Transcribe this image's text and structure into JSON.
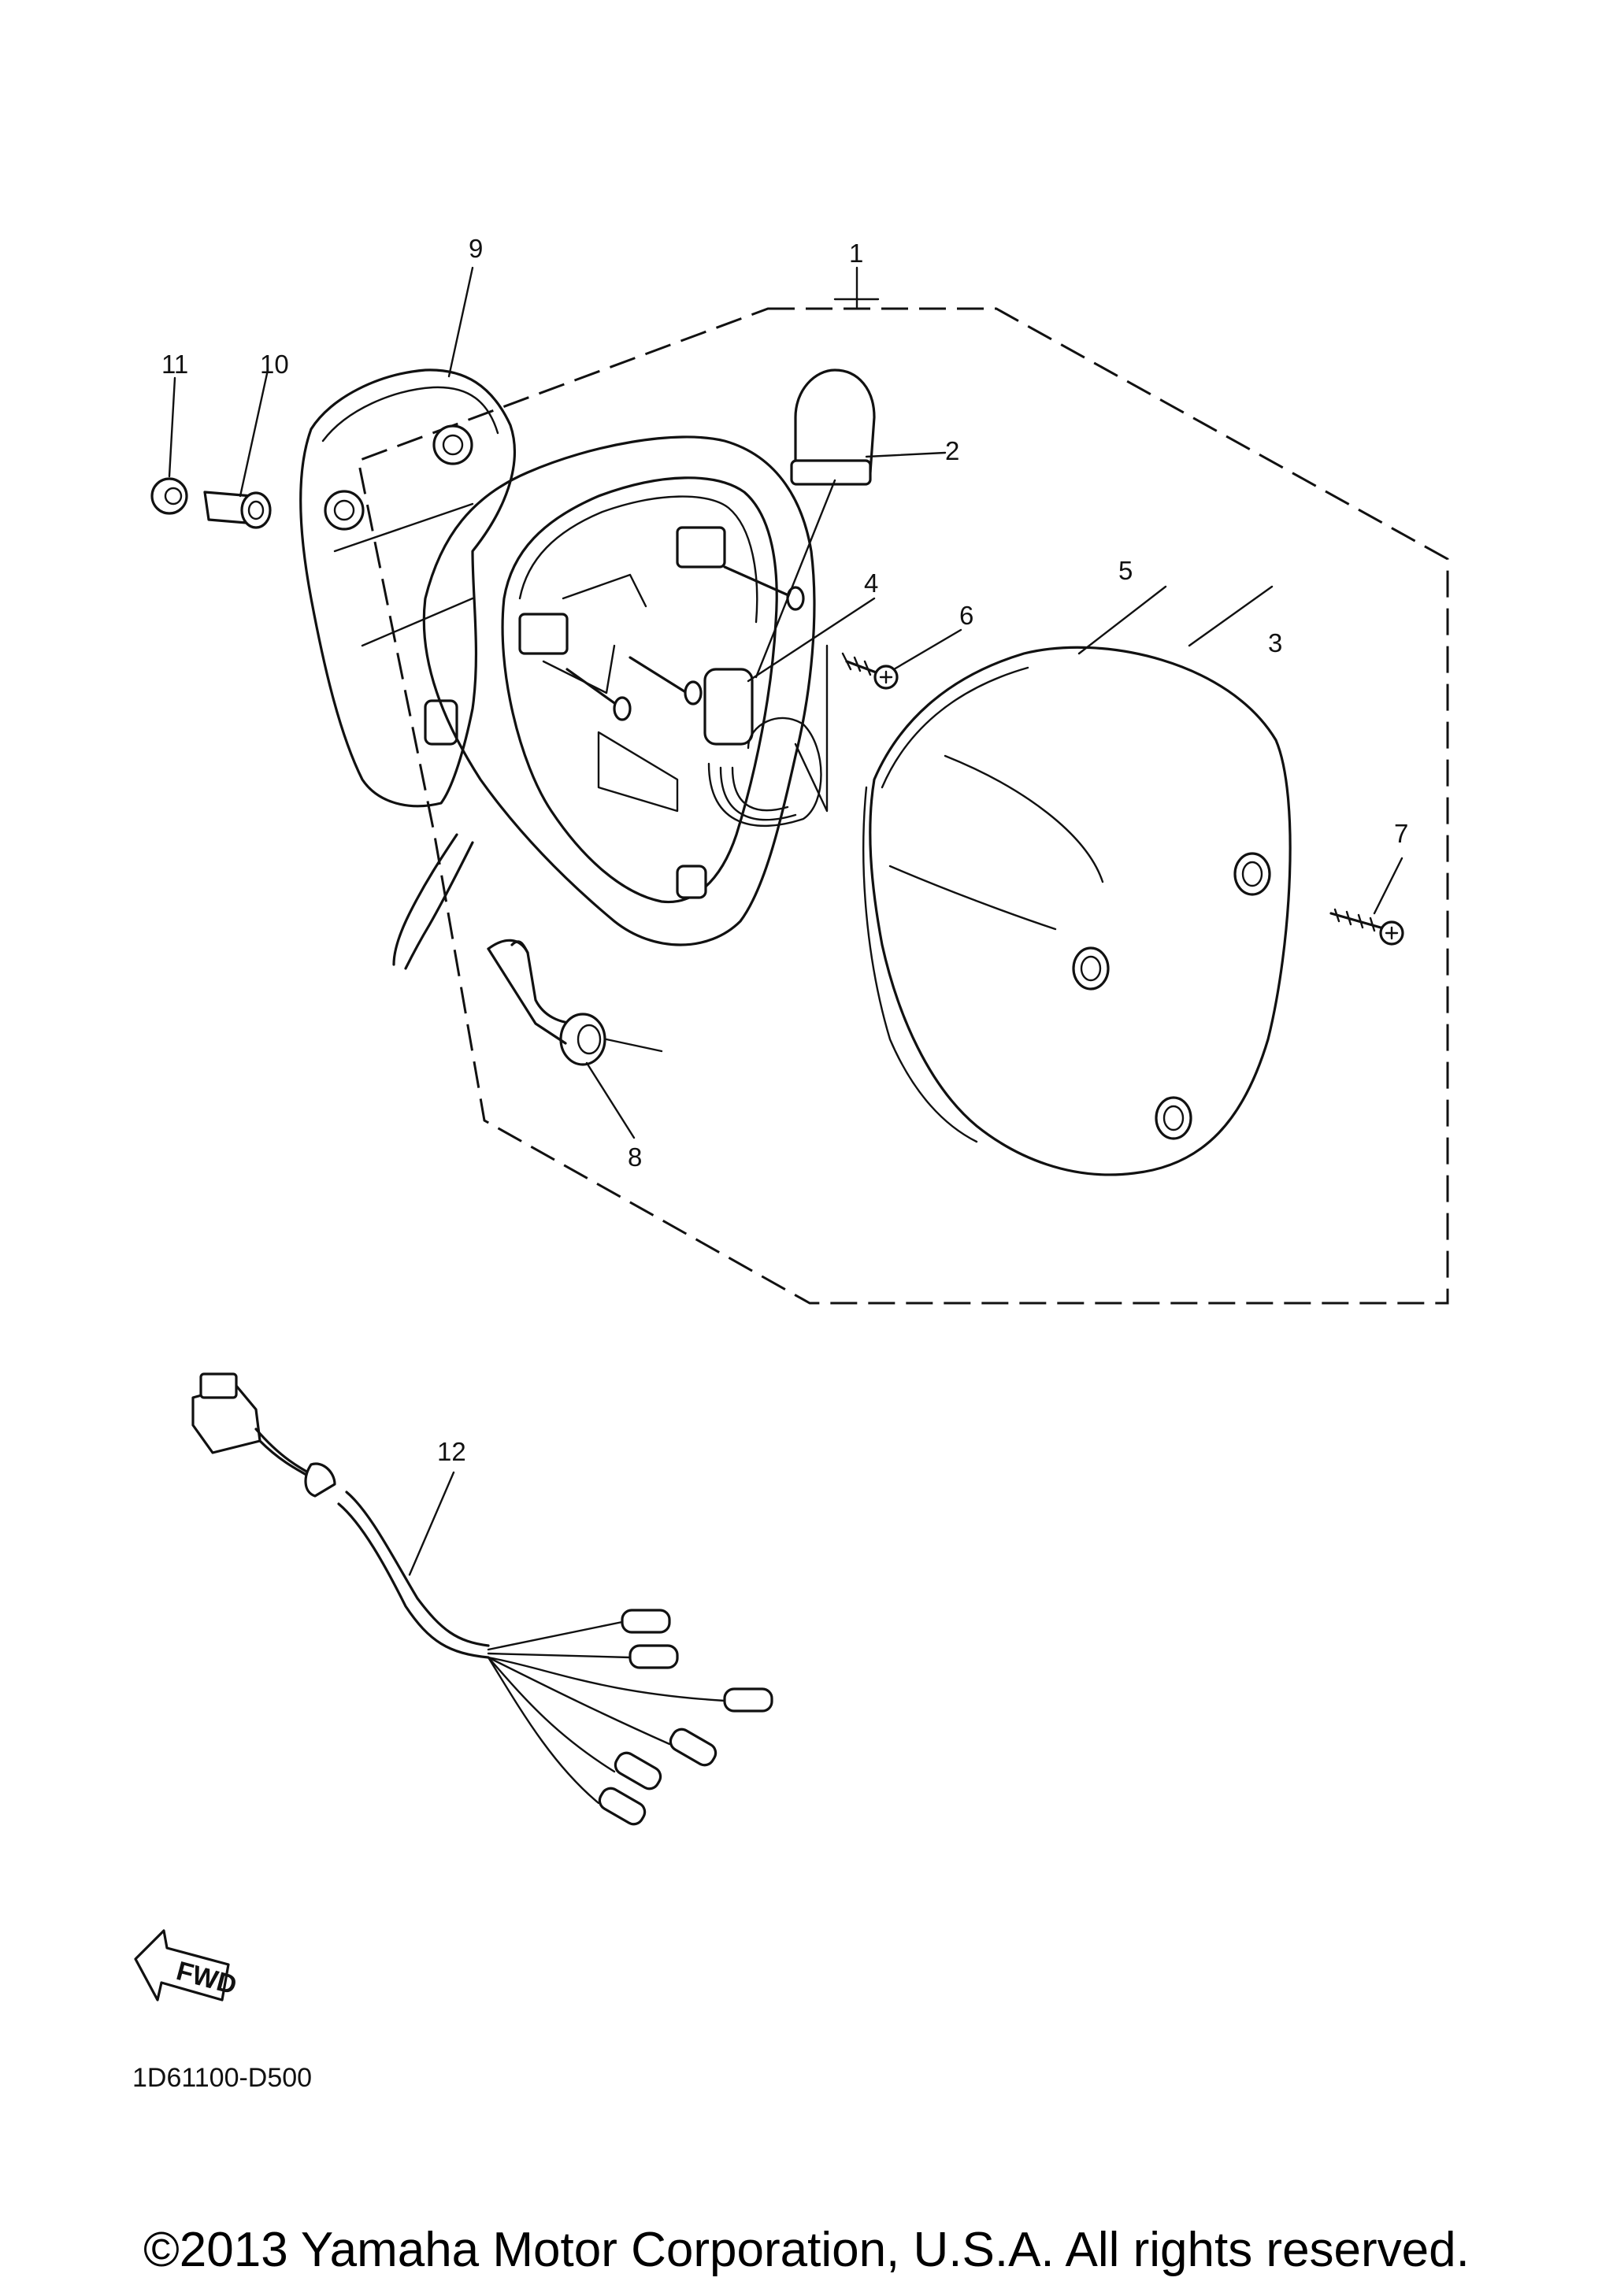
{
  "diagram": {
    "callouts": [
      {
        "id": "1",
        "label": "1"
      },
      {
        "id": "2",
        "label": "2"
      },
      {
        "id": "3",
        "label": "3"
      },
      {
        "id": "4",
        "label": "4"
      },
      {
        "id": "5",
        "label": "5"
      },
      {
        "id": "6",
        "label": "6"
      },
      {
        "id": "7",
        "label": "7"
      },
      {
        "id": "8",
        "label": "8"
      },
      {
        "id": "9",
        "label": "9"
      },
      {
        "id": "10",
        "label": "10"
      },
      {
        "id": "11",
        "label": "11"
      },
      {
        "id": "12",
        "label": "12"
      }
    ],
    "fwd_label": "FWD",
    "drawing_code": "1D61100-D500"
  },
  "footer": {
    "copyright": "©2013 Yamaha Motor Corporation, U.S.A. All rights reserved."
  }
}
